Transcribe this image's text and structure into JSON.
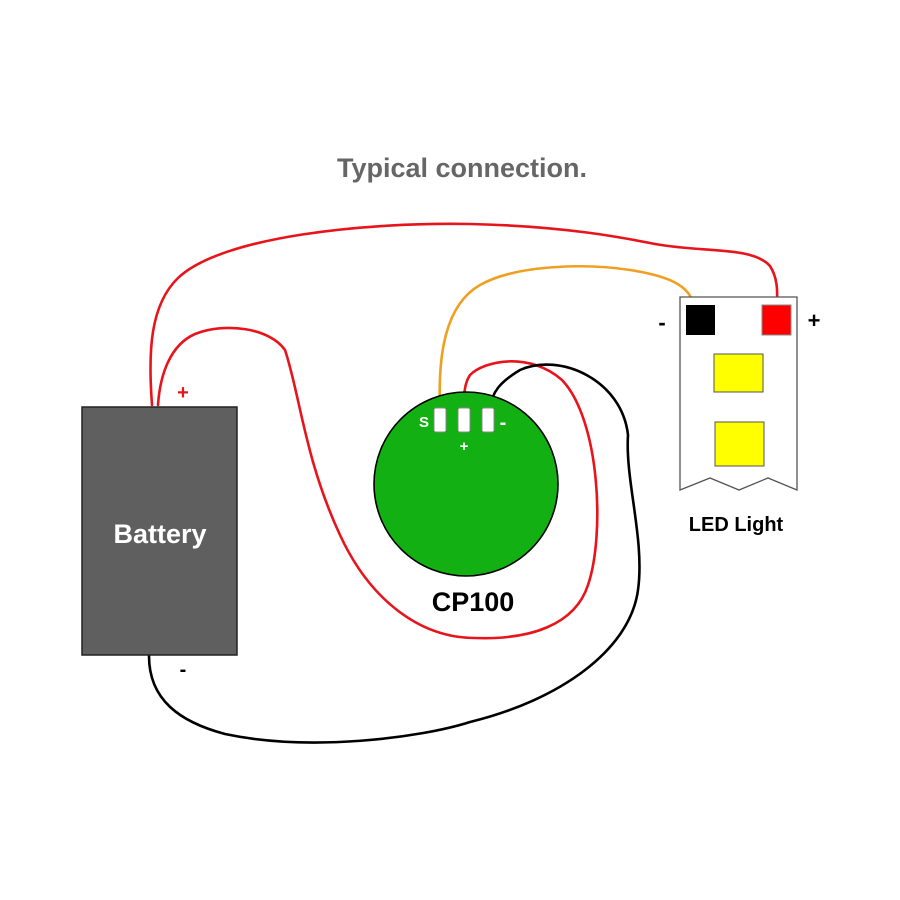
{
  "title": "Typical connection.",
  "battery": {
    "label": "Battery",
    "plus": "+",
    "minus": "-"
  },
  "controller": {
    "label": "CP100",
    "pin_s": "S",
    "pin_plus": "+",
    "pin_minus": "-"
  },
  "led": {
    "label": "LED Light",
    "minus": "-",
    "plus": "+"
  },
  "colors": {
    "title": "#666666",
    "battery_fill": "#5f5f5f",
    "battery_text": "#ffffff",
    "controller_fill": "#12b012",
    "wire_red": "#e8141c",
    "wire_black": "#000000",
    "wire_orange": "#f0a020",
    "led_pad_black": "#000000",
    "led_pad_red": "#ff0000",
    "led_chip": "#ffff00"
  }
}
